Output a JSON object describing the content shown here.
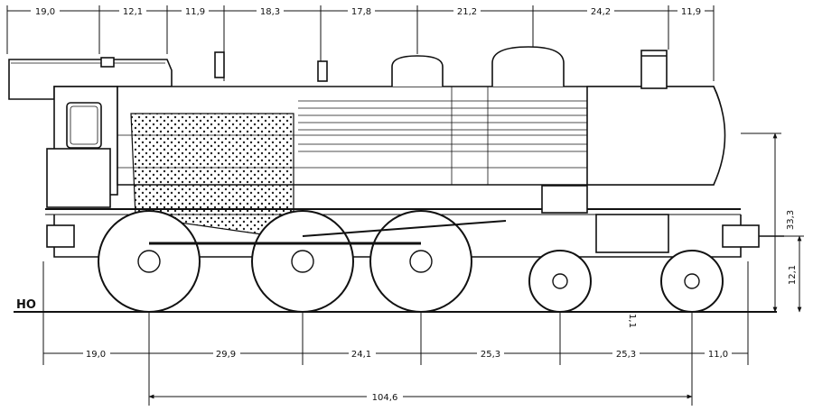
{
  "scale_label": "HO",
  "top_dimensions": [
    "19,0",
    "12,1",
    "11,9",
    "18,3",
    "17,8",
    "21,2",
    "24,2",
    "11,9"
  ],
  "bottom_dimensions": [
    "19,0",
    "29,9",
    "24,1",
    "25,3",
    "25,3",
    "11,0"
  ],
  "overall_length": "104,6",
  "right_dimensions": [
    "33,3",
    "12,1"
  ],
  "small_dimension": "1,1"
}
